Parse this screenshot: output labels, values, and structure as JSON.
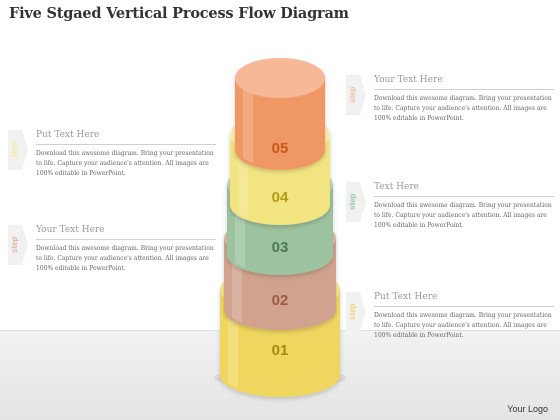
{
  "title": "Five Stgaed Vertical Process Flow Diagram",
  "logo": "Your Logo",
  "stages": [
    {
      "number": "05",
      "top": "#f7b898",
      "side": "#f09865",
      "text_color": "#c45a1e"
    },
    {
      "number": "04",
      "top": "#f7f0ae",
      "side": "#f2e581",
      "text_color": "#b29a14"
    },
    {
      "number": "03",
      "top": "#bcd6bd",
      "side": "#9cc29f",
      "text_color": "#4b7a50"
    },
    {
      "number": "02",
      "top": "#e2bcac",
      "side": "#d1a38e",
      "text_color": "#9a5a44"
    },
    {
      "number": "01",
      "top": "#f5e890",
      "side": "#efd75f",
      "text_color": "#a58a12"
    }
  ],
  "callouts": [
    {
      "step_label": "step",
      "step_color": "#e9c4a7",
      "heading": "Your Text Here",
      "body": "Download this awesome diagram. Bring your presentation to life. Capture your audience's attention. All images are 100% editable in PowerPoint."
    },
    {
      "step_label": "step",
      "step_color": "#f2ec9b",
      "heading": "Put Text Here",
      "body": "Download this awesome diagram. Bring your presentation to life. Capture your audience's attention. All images are 100% editable in PowerPoint."
    },
    {
      "step_label": "step",
      "step_color": "#9ccaa3",
      "heading": "Text Here",
      "body": "Download this awesome diagram. Bring your presentation to life. Capture your audience's attention. All images are 100% editable in PowerPoint."
    },
    {
      "step_label": "step",
      "step_color": "#ddb6a4",
      "heading": "Your Text Here",
      "body": "Download this awesome diagram. Bring your presentation to life. Capture your audience's attention. All images are 100% editable in PowerPoint."
    },
    {
      "step_label": "step",
      "step_color": "#e9d879",
      "heading": "Put Text Here",
      "body": "Download this awesome diagram. Bring your presentation to life. Capture your audience's attention. All images are 100% editable in PowerPoint."
    }
  ]
}
